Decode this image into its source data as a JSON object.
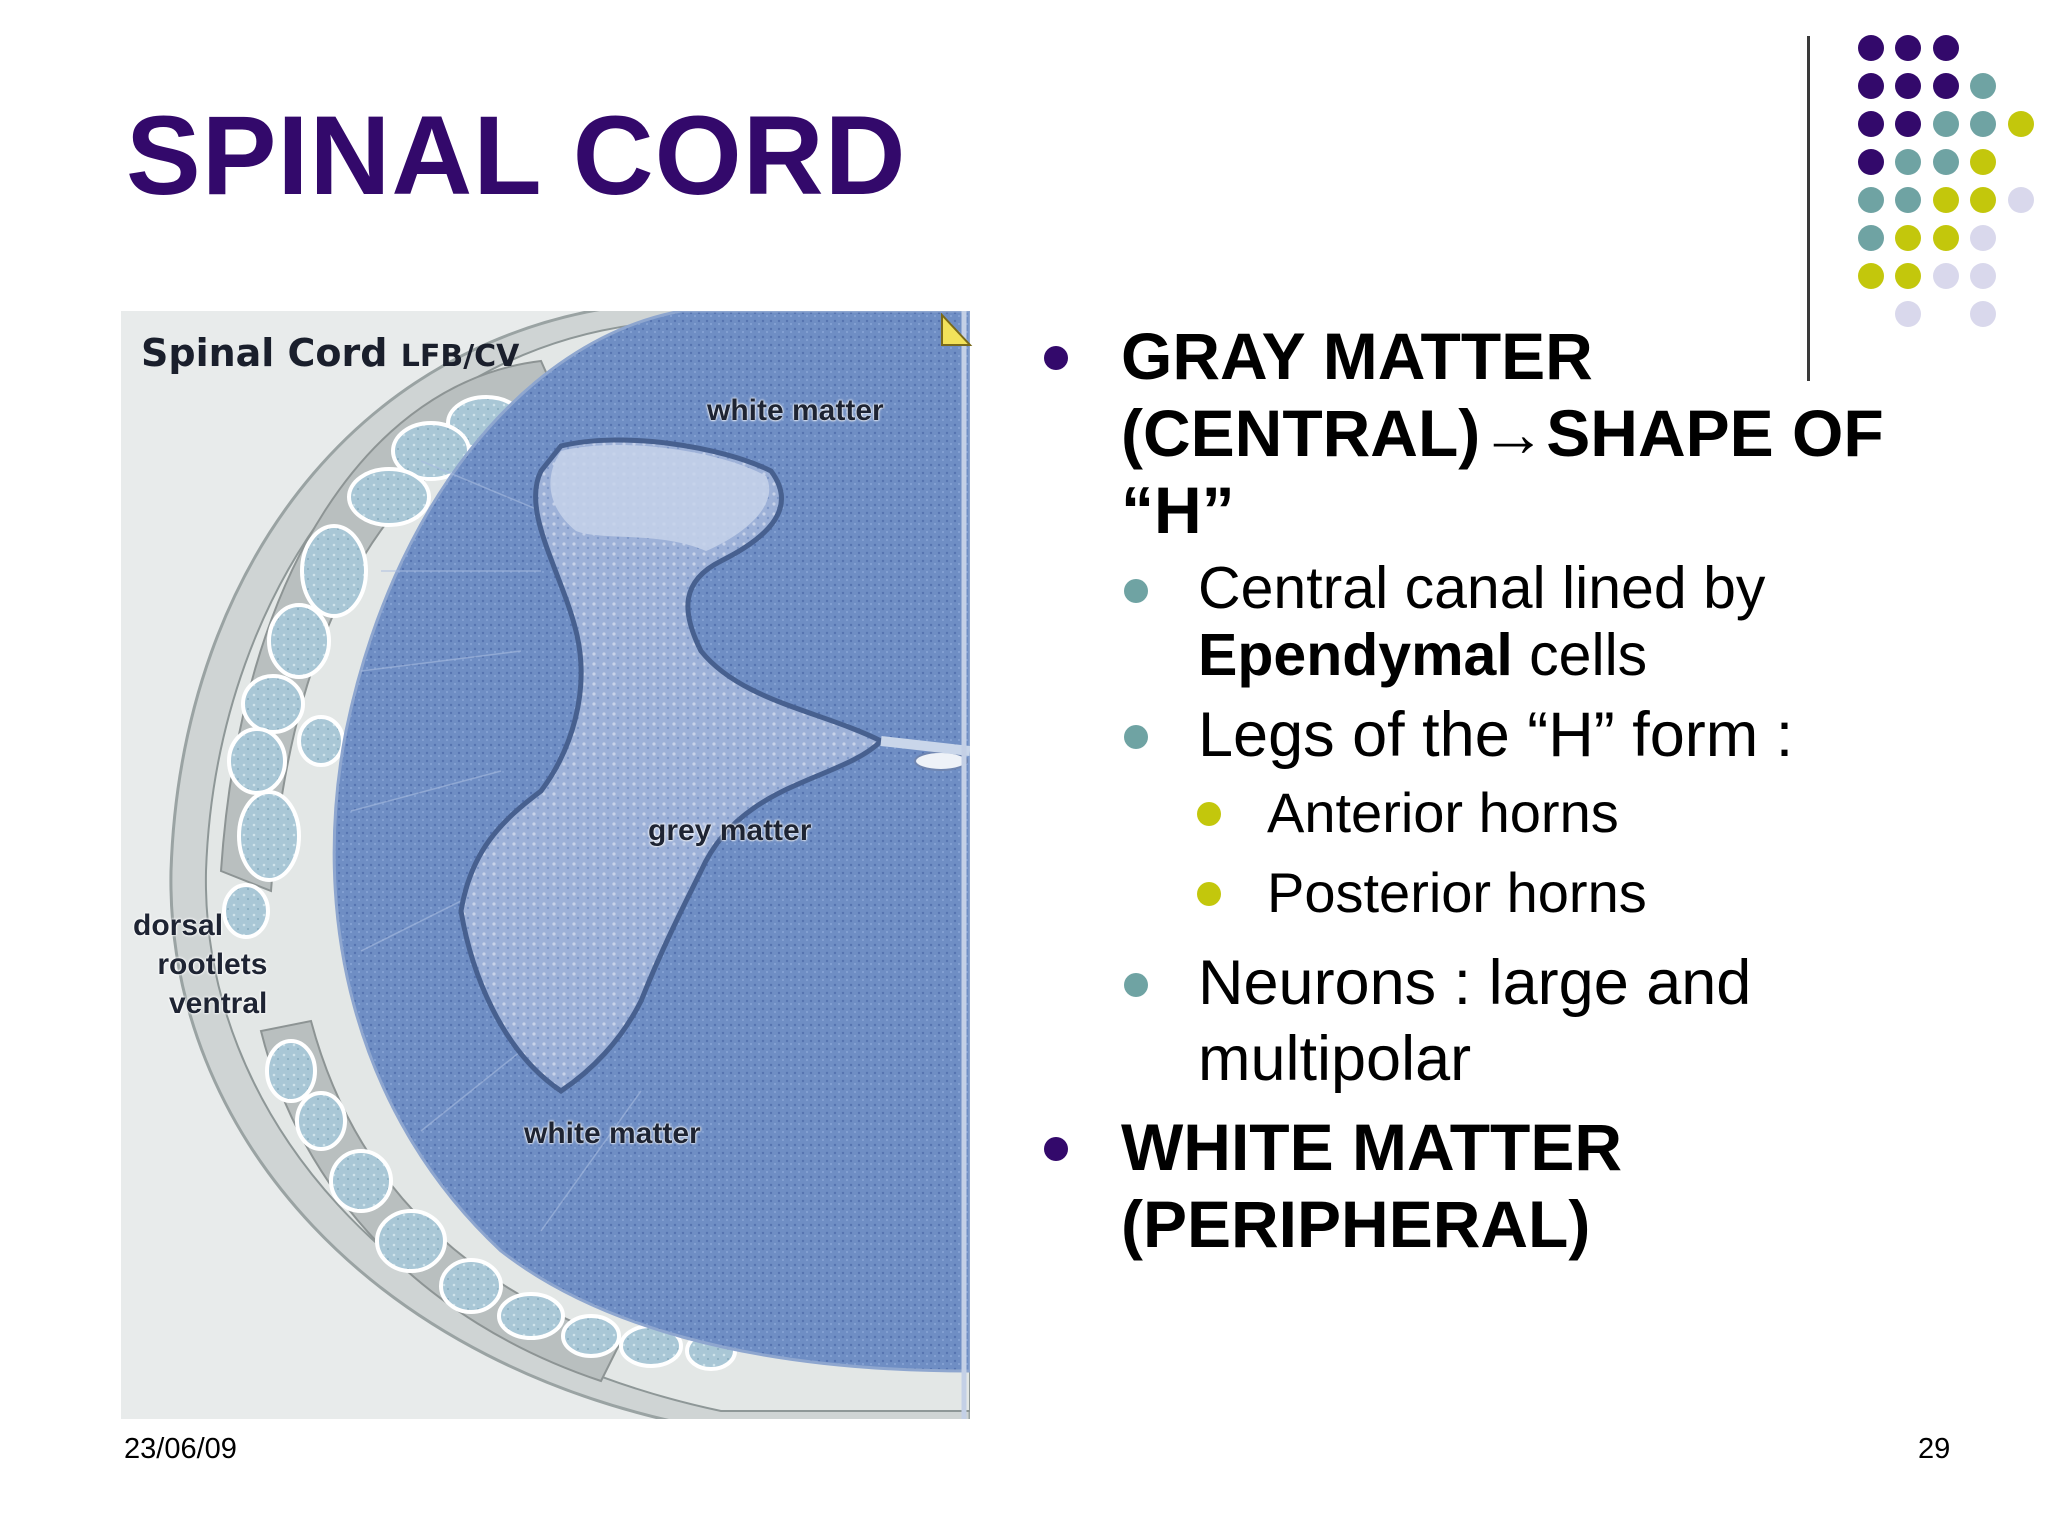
{
  "slide": {
    "title": "SPINAL CORD",
    "date": "23/06/09",
    "page_number": "29"
  },
  "figure": {
    "title": "Spinal Cord",
    "title_sub": "LFB/CV",
    "labels": {
      "white_matter_top": "white matter",
      "grey_matter": "grey matter",
      "white_matter_bottom": "white matter",
      "dorsal": "dorsal",
      "rootlets": "rootlets",
      "ventral": "ventral"
    }
  },
  "bullets": {
    "gray_matter": {
      "line1": "GRAY MATTER",
      "line2a": "(CENTRAL)",
      "arrow": "→",
      "line2b": "SHAPE OF",
      "line3": "“H”",
      "central_canal_a": "Central canal lined by",
      "central_canal_bold": "Ependymal",
      "central_canal_b": " cells",
      "legs": "Legs of the “H” form :",
      "anterior": "Anterior horns",
      "posterior": "Posterior horns",
      "neurons_a": "Neurons : large and",
      "neurons_b": "multipolar"
    },
    "white_matter": {
      "line1": "WHITE MATTER",
      "line2": "(PERIPHERAL)"
    }
  },
  "colors": {
    "title": "#33096b",
    "level1_bullet": "#33096b",
    "level2_bullet": "#6fa3a3",
    "level3_bullet": "#c3c70c",
    "dot_purple": "#33096b",
    "dot_teal": "#6fa3a3",
    "dot_olive": "#c3c70c",
    "dot_lavender": "#d9d8ec",
    "tissue_blue": "#6f8ec4"
  }
}
